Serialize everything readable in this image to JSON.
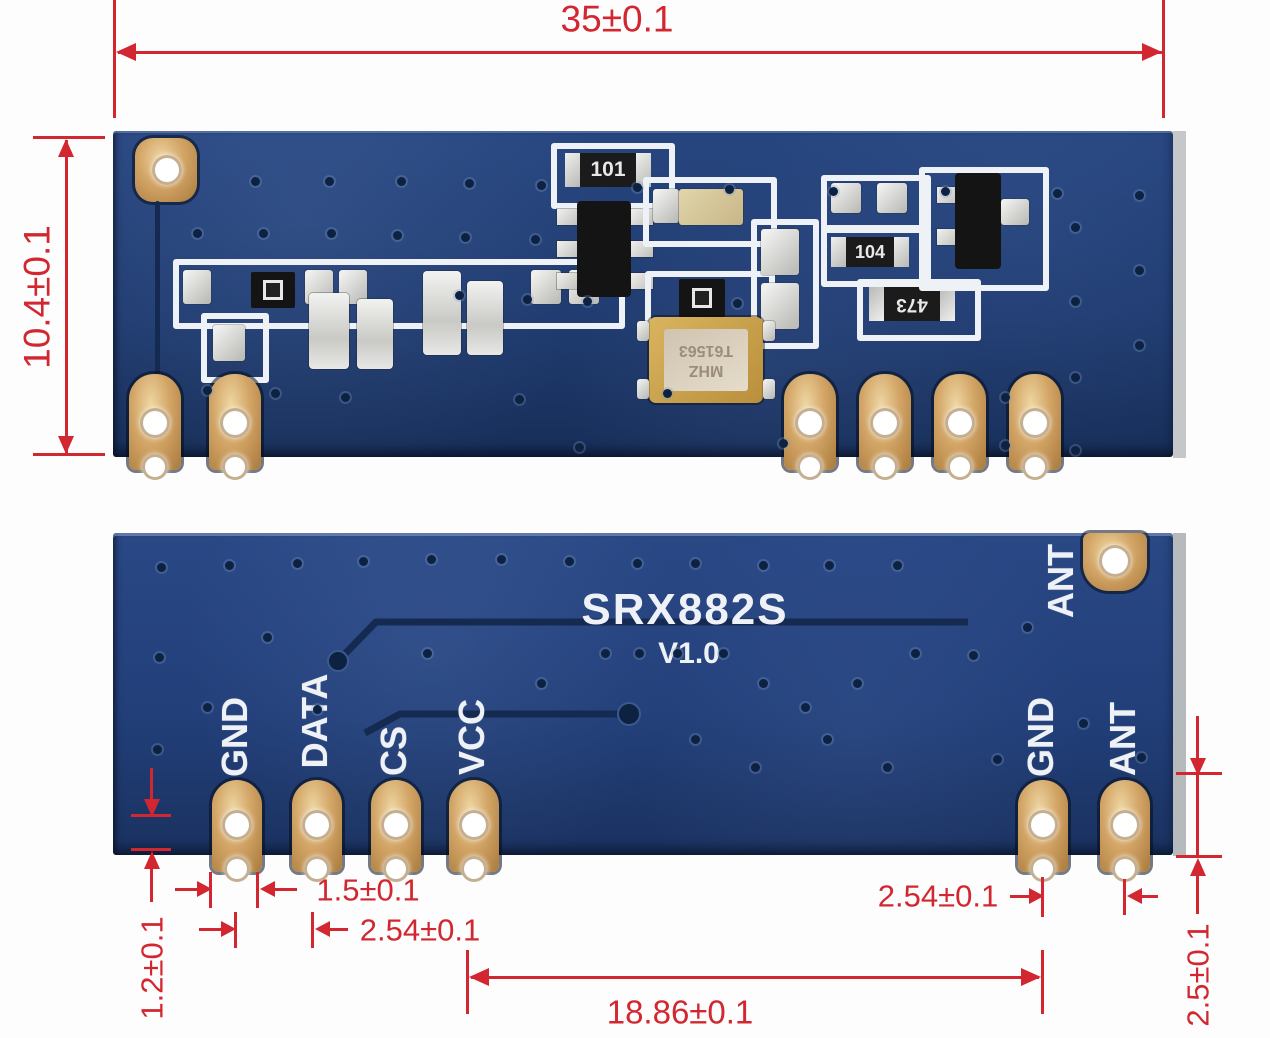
{
  "dimensions": {
    "board_width": "35±0.1",
    "board_height": "10.4±0.1",
    "pad_width": "1.5±0.1",
    "pin_pitch_left": "2.54±0.1",
    "pin_pitch_right": "2.54±0.1",
    "pin_row_span": "18.86±0.1",
    "pad_edge_offset": "1.2±0.1",
    "pad_length": "2.5±0.1"
  },
  "top_board": {
    "components": {
      "resistor_101": "101",
      "resistor_104": "104",
      "resistor_473": "473",
      "crystal_line1": "T61563",
      "crystal_line2": "MHZ"
    }
  },
  "bottom_board": {
    "model": "SRX882S",
    "version": "V1.0",
    "antenna_corner_label": "ANT",
    "pin_labels_left": [
      "GND",
      "DATA",
      "CS",
      "VCC"
    ],
    "pin_labels_right": [
      "GND",
      "ANT"
    ]
  },
  "colors": {
    "dimension_red": "#d22730",
    "board_blue": "#1f3b70",
    "pad_gold": "#c49759",
    "silkscreen_white": "#eef1f6"
  }
}
